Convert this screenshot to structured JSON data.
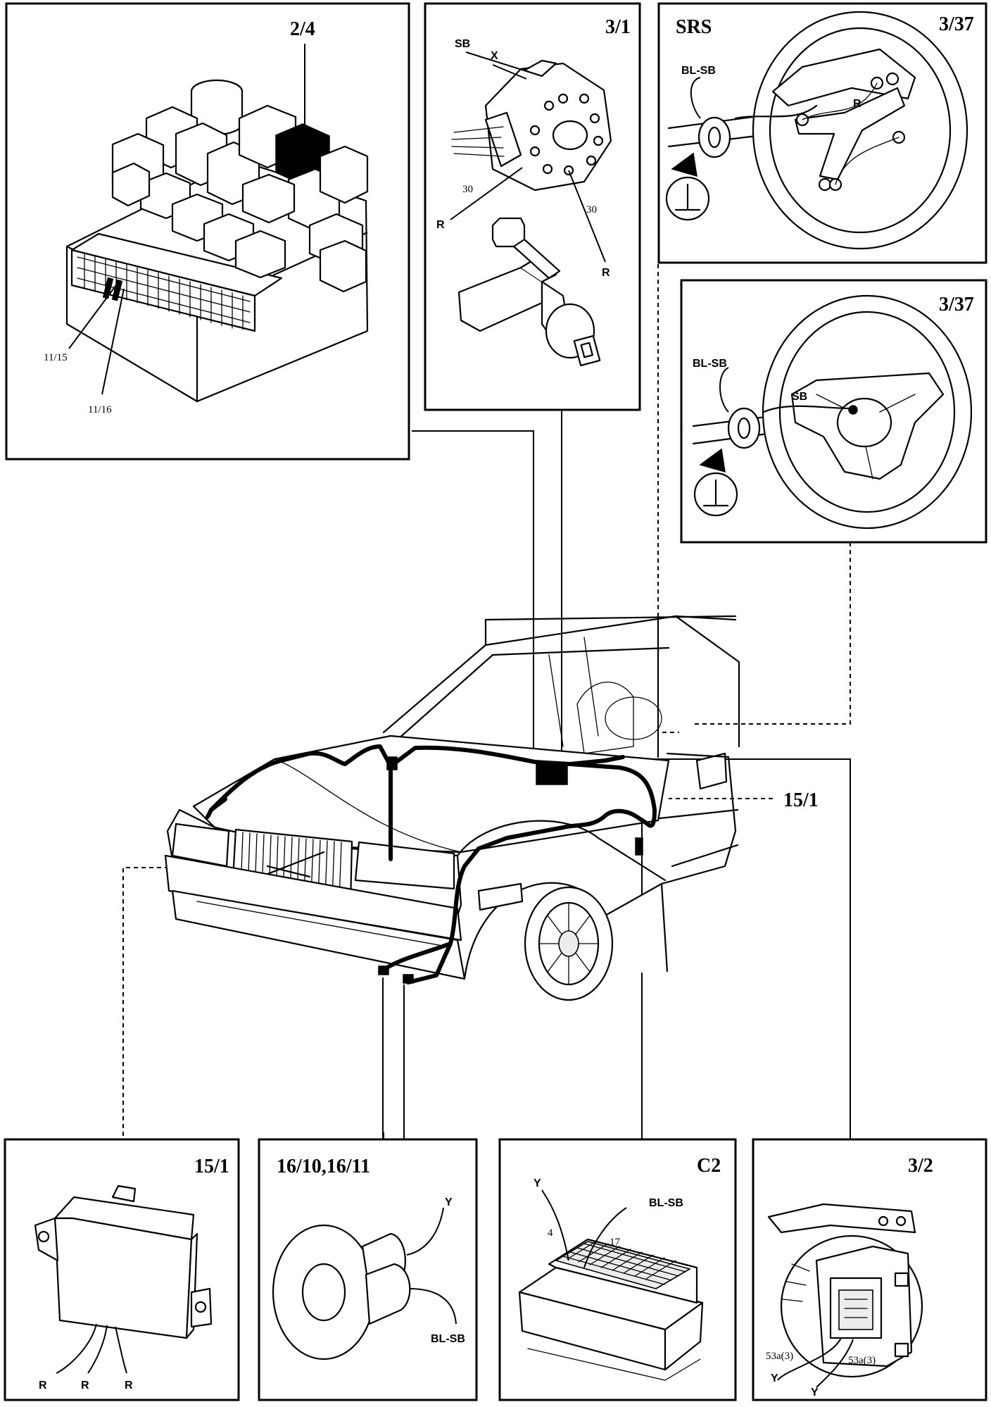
{
  "panels": {
    "fusebox": {
      "id": "2/4",
      "labels": [
        "11/15",
        "11/16"
      ]
    },
    "ignition_switch": {
      "id": "3/1",
      "labels": [
        "SB",
        "X",
        "30",
        "R",
        "30",
        "R"
      ]
    },
    "steering_srs": {
      "id": "3/37",
      "tag": "SRS",
      "labels": [
        "BL-SB",
        "R"
      ]
    },
    "steering_std": {
      "id": "3/37",
      "labels": [
        "BL-SB",
        "SB"
      ]
    },
    "callout_car": {
      "id": "15/1"
    },
    "relay_unit": {
      "id": "15/1",
      "labels": [
        "R",
        "R",
        "R"
      ]
    },
    "horns": {
      "id": "16/10,16/11",
      "labels": [
        "Y",
        "BL-SB"
      ]
    },
    "connector": {
      "id": "C2",
      "labels": [
        "Y",
        "BL-SB",
        "4",
        "17"
      ]
    },
    "stalk_switch": {
      "id": "3/2",
      "labels": [
        "53a(3)",
        "53a(3)",
        "Y",
        "Y"
      ]
    }
  },
  "colors": {
    "ink": "#000000",
    "paper": "#ffffff"
  }
}
